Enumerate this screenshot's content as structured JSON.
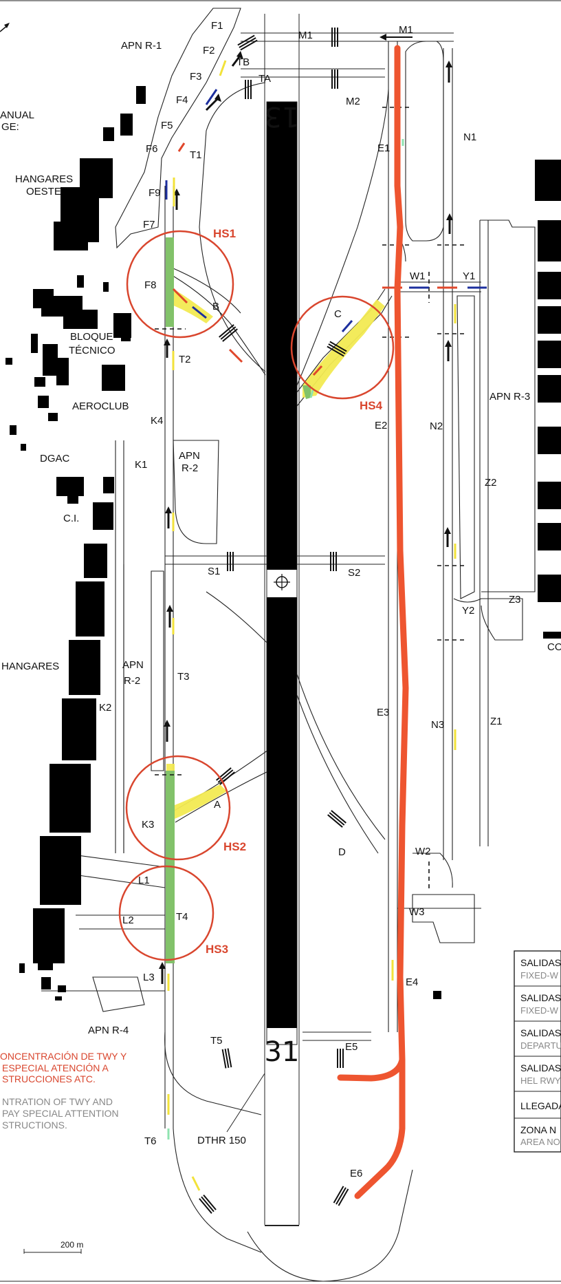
{
  "labels": {
    "apn_r1": "APN R-1",
    "apn_r2_top": "APN",
    "apn_r2_top_b": "R-2",
    "apn_r2_mid": "APN",
    "apn_r2_mid_b": "R-2",
    "apn_r3": "APN R-3",
    "apn_r4": "APN R-4",
    "hangares_oeste_a": "HANGARES",
    "hangares_oeste_b": "OESTE",
    "hangares": "HANGARES",
    "bloque_a": "BLOQUE",
    "bloque_b": "TÉCNICO",
    "aeroclub": "AEROCLUB",
    "dgac": "DGAC",
    "ci": "C.I.",
    "manual_a": "ANUAL",
    "manual_b": "GE:",
    "co": "CO",
    "dthr": "DTHR 150",
    "scale": "200 m"
  },
  "runway": {
    "north_number": "13",
    "south_number": "31"
  },
  "taxiways": {
    "F1": "F1",
    "F2": "F2",
    "F3": "F3",
    "F4": "F4",
    "F5": "F5",
    "F6": "F6",
    "F7": "F7",
    "F8": "F8",
    "F9": "F9",
    "TA": "TA",
    "TB": "TB",
    "T1": "T1",
    "T2": "T2",
    "T3": "T3",
    "T4": "T4",
    "T5": "T5",
    "T6": "T6",
    "M1a": "M1",
    "M1b": "M1",
    "M2": "M2",
    "N1": "N1",
    "N2": "N2",
    "N3": "N3",
    "E1": "E1",
    "E2": "E2",
    "E3": "E3",
    "E4": "E4",
    "E5": "E5",
    "E6": "E6",
    "W1": "W1",
    "W2": "W2",
    "W3": "W3",
    "Y1": "Y1",
    "Y2": "Y2",
    "Z1": "Z1",
    "Z2": "Z2",
    "Z3": "Z3",
    "S1": "S1",
    "S2": "S2",
    "K1": "K1",
    "K2": "K2",
    "K3": "K3",
    "K4": "K4",
    "L1": "L1",
    "L2": "L2",
    "L3": "L3",
    "A": "A",
    "B": "B",
    "C": "C",
    "D": "D"
  },
  "hotspots": {
    "hs1": "HS1",
    "hs2": "HS2",
    "hs3": "HS3",
    "hs4": "HS4"
  },
  "notes": {
    "red_1": "ONCENTRACIÓN DE TWY Y",
    "red_2": "ESPECIAL ATENCIÓN A",
    "red_3": "STRUCCIONES ATC.",
    "grey_1": "NTRATION OF TWY AND",
    "grey_2": "PAY SPECIAL ATTENTION",
    "grey_3": "STRUCTIONS."
  },
  "legend": [
    {
      "title": "SALIDAS",
      "sub": "FIXED-W"
    },
    {
      "title": "SALIDAS",
      "sub": "FIXED-W"
    },
    {
      "title": "SALIDAS",
      "sub": "DEPARTU"
    },
    {
      "title": "SALIDAS",
      "sub": "HEL RWY"
    },
    {
      "title": "LLEGADA",
      "sub": ""
    },
    {
      "title": "ZONA N",
      "sub": "AREA NO"
    }
  ],
  "colors": {
    "route": "#ee5530",
    "hotspot": "#d9462e",
    "yellow_zone": "#f2ea52",
    "green_zone": "#82c26a",
    "arrow_blue": "#1d2f9e",
    "arrow_red": "#e0472b",
    "arrow_yellow": "#f2e23a",
    "runway": "#000000"
  }
}
